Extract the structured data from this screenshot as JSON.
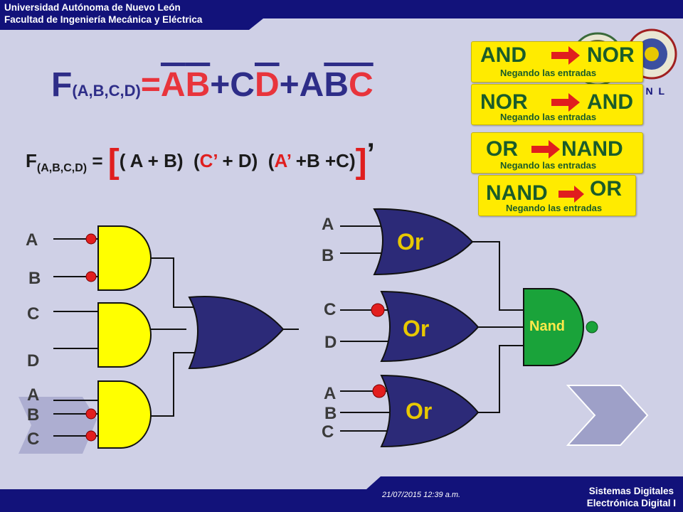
{
  "header": {
    "line1": "Universidad Autónoma de Nuevo León",
    "line2": "Facultad de Ingeniería Mecánica y Eléctrica"
  },
  "footer": {
    "date": "21/07/2015 12:39 a.m.",
    "line1": "Sistemas Digitales",
    "line2": "Electrónica Digital I"
  },
  "logo_right_text": "A N L",
  "formula1": {
    "F": "F",
    "sub": "(A,B,C,D)",
    "eq": "=",
    "t1a": "A",
    "t1b": "B",
    "plus1": "+",
    "t2a": "C",
    "t2b": "D",
    "plus2": "+",
    "t3a": "A",
    "t3b": "B",
    "t3c": "C"
  },
  "formula2": {
    "F": "F",
    "sub": "(A,B,C,D)",
    "eq": " = ",
    "lbrack": "[",
    "p1": "( A + B)",
    "p2open": "(",
    "p2c": "C’",
    "p2rest": " + D)",
    "p3open": "(",
    "p3a": "A’",
    "p3rest": " +B +C)",
    "rbrack": "]",
    "prime": "’"
  },
  "rules": [
    {
      "from": "AND",
      "to": "NOR",
      "note": "Negando las entradas"
    },
    {
      "from": "NOR",
      "to": "AND",
      "note": "Negando las entradas"
    },
    {
      "from": "OR",
      "to": "NAND",
      "note": "Negando las entradas"
    },
    {
      "from": "NAND",
      "to": "OR",
      "note": "Negando las entradas"
    }
  ],
  "left_circuit": {
    "inputs": [
      "A",
      "B",
      "C",
      "D",
      "A",
      "B",
      "C"
    ]
  },
  "right_circuit": {
    "inputs": [
      "A",
      "B",
      "C",
      "D",
      "A",
      "B",
      "C"
    ],
    "gates": [
      "Or",
      "Or",
      "Or"
    ],
    "final_gate": "Nand"
  },
  "colors": {
    "header_bg": "#12127a",
    "and_gate": "#ffff00",
    "or_gate": "#2c2a78",
    "nand_gate": "#1aa33a",
    "bubble_red": "#e21e1e",
    "bubble_green": "#1aa33a",
    "rule_bg": "#ffeb00",
    "rule_text": "#1a5c2a"
  }
}
